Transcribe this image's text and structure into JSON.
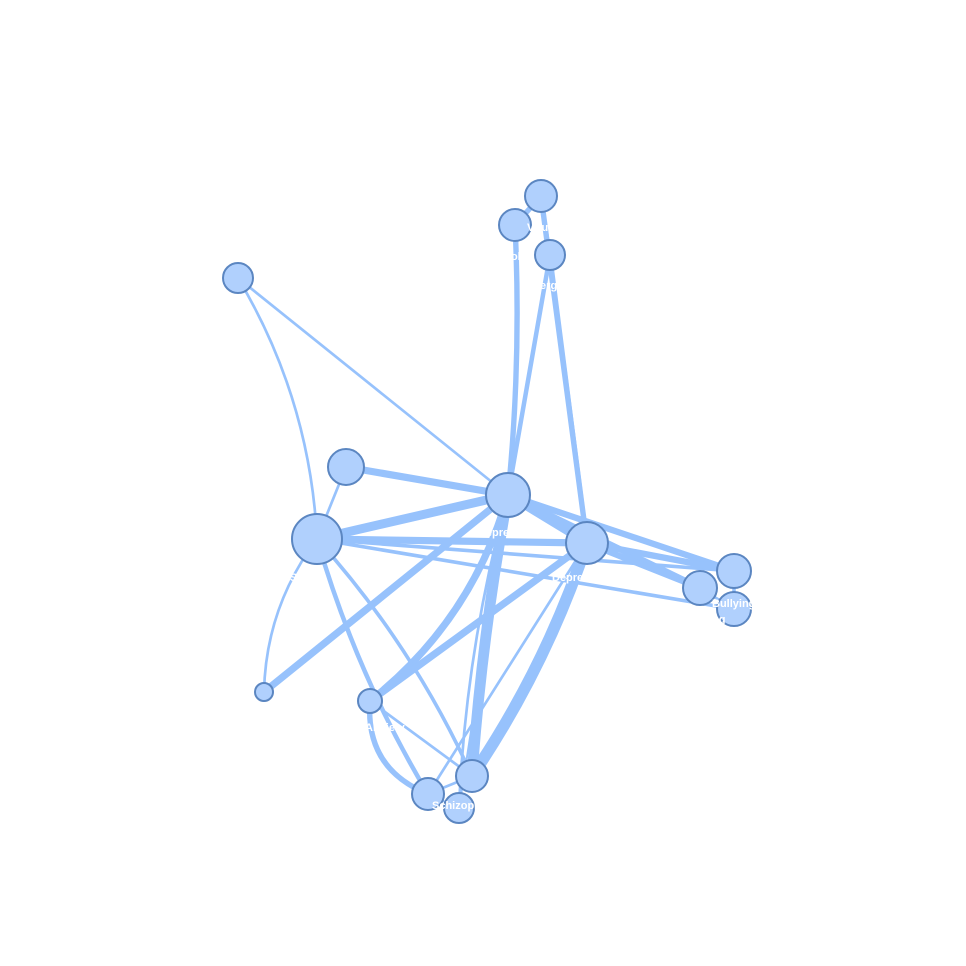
{
  "colors": {
    "background": "#ffffff",
    "edge": "#97c2fc",
    "node_fill": "#b0d0fd",
    "node_stroke": "#5b86c1",
    "label": "#ffffff"
  },
  "graph": {
    "nodes": [
      {
        "id": "depression",
        "label": "Depression"
      },
      {
        "id": "stress",
        "label": "Stress"
      },
      {
        "id": "depressive",
        "label": "Depressive"
      },
      {
        "id": "virus",
        "label": "Virus"
      },
      {
        "id": "cold",
        "label": "Cold"
      },
      {
        "id": "allergy",
        "label": "Allergy"
      },
      {
        "id": "n_topleft",
        "label": ""
      },
      {
        "id": "n_midleft",
        "label": ""
      },
      {
        "id": "n_small_left",
        "label": ""
      },
      {
        "id": "anxiety",
        "label": "Anxiety"
      },
      {
        "id": "schizo_a",
        "label": ""
      },
      {
        "id": "schizophrenia",
        "label": "Schizophrenia"
      },
      {
        "id": "n_bottom",
        "label": ""
      },
      {
        "id": "bullying",
        "label": "Bullying"
      },
      {
        "id": "n_right_a",
        "label": ""
      },
      {
        "id": "n_right_b",
        "label": "ng"
      }
    ],
    "edges": [
      {
        "from": "depression",
        "to": "stress",
        "weight": 10
      },
      {
        "from": "depression",
        "to": "depressive",
        "weight": 9
      },
      {
        "from": "depression",
        "to": "n_midleft",
        "weight": 8
      },
      {
        "from": "depression",
        "to": "n_small_left",
        "weight": 8
      },
      {
        "from": "depression",
        "to": "anxiety",
        "weight": 8
      },
      {
        "from": "depression",
        "to": "schizo_a",
        "weight": 12
      },
      {
        "from": "depression",
        "to": "cold",
        "weight": 6
      },
      {
        "from": "depression",
        "to": "allergy",
        "weight": 5
      },
      {
        "from": "depression",
        "to": "n_topleft",
        "weight": 3
      },
      {
        "from": "depression",
        "to": "bullying",
        "weight": 7
      },
      {
        "from": "depression",
        "to": "n_right_a",
        "weight": 7
      },
      {
        "from": "depression",
        "to": "n_bottom",
        "weight": 3
      },
      {
        "from": "stress",
        "to": "depressive",
        "weight": 8
      },
      {
        "from": "stress",
        "to": "n_right_b",
        "weight": 4
      },
      {
        "from": "stress",
        "to": "bullying",
        "weight": 4
      },
      {
        "from": "stress",
        "to": "n_topleft",
        "weight": 3
      },
      {
        "from": "stress",
        "to": "n_small_left",
        "weight": 3
      },
      {
        "from": "stress",
        "to": "schizophrenia",
        "weight": 5
      },
      {
        "from": "stress",
        "to": "schizo_a",
        "weight": 4
      },
      {
        "from": "stress",
        "to": "n_midleft",
        "weight": 3
      },
      {
        "from": "depressive",
        "to": "anxiety",
        "weight": 8
      },
      {
        "from": "depressive",
        "to": "schizo_a",
        "weight": 13
      },
      {
        "from": "depressive",
        "to": "virus",
        "weight": 6
      },
      {
        "from": "depressive",
        "to": "allergy",
        "weight": 5
      },
      {
        "from": "depressive",
        "to": "bullying",
        "weight": 7
      },
      {
        "from": "depressive",
        "to": "n_right_a",
        "weight": 7
      },
      {
        "from": "depressive",
        "to": "schizophrenia",
        "weight": 3
      },
      {
        "from": "cold",
        "to": "virus",
        "weight": 6
      },
      {
        "from": "allergy",
        "to": "virus",
        "weight": 4
      },
      {
        "from": "anxiety",
        "to": "schizophrenia",
        "weight": 6
      },
      {
        "from": "anxiety",
        "to": "schizo_a",
        "weight": 3
      },
      {
        "from": "schizophrenia",
        "to": "schizo_a",
        "weight": 3
      },
      {
        "from": "schizophrenia",
        "to": "n_bottom",
        "weight": 2
      },
      {
        "from": "n_bottom",
        "to": "depression",
        "weight": 2
      },
      {
        "from": "bullying",
        "to": "n_right_b",
        "weight": 4
      },
      {
        "from": "n_right_a",
        "to": "n_right_b",
        "weight": 3
      }
    ]
  }
}
